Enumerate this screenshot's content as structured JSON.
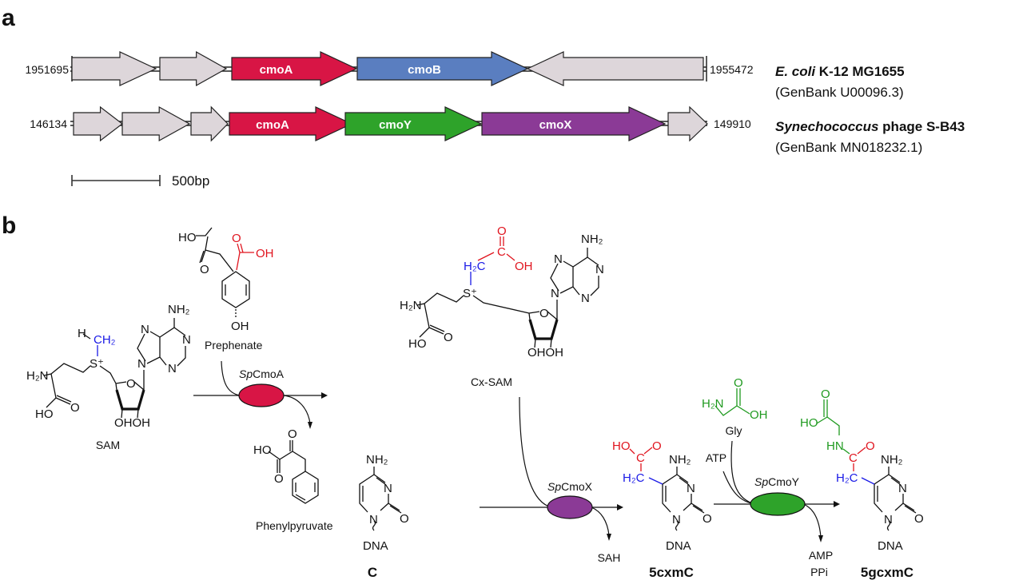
{
  "panel_a": {
    "label": "a",
    "rows": [
      {
        "start": "1951695",
        "end": "1955472",
        "organism_italic": "E. coli",
        "organism_rest": " K-12 MG1655",
        "accession": "(GenBank U00096.3)",
        "genes": [
          {
            "name": "",
            "color": "#ddd6da"
          },
          {
            "name": "",
            "color": "#ddd6da"
          },
          {
            "name": "cmoA",
            "color": "#d81545"
          },
          {
            "name": "cmoB",
            "color": "#5a7ec0"
          },
          {
            "name": "",
            "color": "#ddd6da",
            "strand": "reverse"
          }
        ]
      },
      {
        "start": "146134",
        "end": "149910",
        "organism_italic": "Synechococcus",
        "organism_rest": " phage S-B43",
        "accession": "(GenBank MN018232.1)",
        "genes": [
          {
            "name": "",
            "color": "#ddd6da"
          },
          {
            "name": "",
            "color": "#ddd6da"
          },
          {
            "name": "",
            "color": "#ddd6da"
          },
          {
            "name": "cmoA",
            "color": "#d81545"
          },
          {
            "name": "cmoY",
            "color": "#2ea32a"
          },
          {
            "name": "cmoX",
            "color": "#8b3a96"
          },
          {
            "name": "",
            "color": "#ddd6da"
          }
        ]
      }
    ],
    "scale_bar": "500bp"
  },
  "panel_b": {
    "label": "b",
    "atoms": {
      "N": "N",
      "O": "O",
      "OH": "OH",
      "HO": "HO",
      "NH2": "NH₂",
      "H2N": "H₂N",
      "H2C": "H₂C",
      "CH2": "CH₂",
      "S": "S⁺",
      "H": "H",
      "C": "C",
      "HN": "HN",
      "DNA": "DNA",
      "OHOH": "OHOH"
    },
    "compounds": {
      "sam": "SAM",
      "prephenate": "Prephenate",
      "phenylpyruvate": "Phenylpyruvate",
      "cxsam": "Cx-SAM",
      "c": "C",
      "sah": "SAH",
      "cxmc": "5cxmC",
      "gly": "Gly",
      "atp": "ATP",
      "amp": "AMP",
      "ppi": "PPi",
      "gcxmc": "5gcxmC"
    },
    "enzymes": [
      {
        "prefix": "Sp",
        "name": "CmoA",
        "color": "#d81545"
      },
      {
        "prefix": "Sp",
        "name": "CmoX",
        "color": "#8b3a96"
      },
      {
        "prefix": "Sp",
        "name": "CmoY",
        "color": "#2ea32a"
      }
    ],
    "highlight_colors": {
      "carboxyl": "#e0141e",
      "methylene": "#1a1ae6",
      "glycine": "#1f9a1f"
    }
  }
}
